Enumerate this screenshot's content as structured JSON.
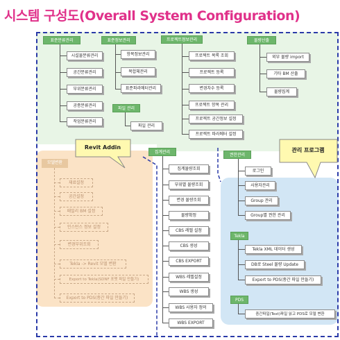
{
  "title": "시스템 구성도(Overall System Configuration)",
  "groups": {
    "g1": {
      "header": "표준분류관리",
      "items": [
        "시설물분류관리",
        "공간분류관리",
        "부위분류관리",
        "공종분류관리",
        "작업분류관리"
      ]
    },
    "g2": {
      "header": "표준정보관리",
      "items": [
        "항목정보관리",
        "복합체관리",
        "표준파라메터관리"
      ]
    },
    "g3": {
      "header": "프로젝트정보관리",
      "items": [
        "프로젝트 목록 조회",
        "프로젝트 등록",
        "변경차수 등록",
        "프로젝트 항목 관리",
        "프로젝트 공간정보 설정",
        "프로젝트 파라메터 설정"
      ]
    },
    "g4": {
      "header": "물량산출",
      "items": [
        "외부 물량 import",
        "기타 BM 산출",
        "물량집계"
      ]
    },
    "g5": {
      "header": "파일 관리",
      "items": [
        "파일 관리"
      ]
    },
    "g6": {
      "header": "집계관리",
      "items": [
        "집계물량조회",
        "부위별 물량조회",
        "변경 물량조회",
        "물량확정",
        "CBS 레벨 설정",
        "CBS 생성",
        "CBS EXPORT",
        "WBS 레벨설정",
        "WBS 생성",
        "WBS 사용자 정의",
        "WBS EXPORT"
      ]
    },
    "g7": {
      "header": "권한관리",
      "items": [
        "로그인",
        "사용자관리",
        "Group 관리",
        "Group별 권한 관리"
      ]
    },
    "g8": {
      "header": "Tekla",
      "items": [
        "Tekla XML 데이터 생성",
        "DB로 Steel 물량 Update",
        "Export to PDS(중간 파일 만들기)"
      ]
    },
    "g9": {
      "header": "PDS",
      "items": [
        "중간파일(Text)파일 읽고 PDS로 모델 변환"
      ]
    },
    "g10": {
      "header": "모델변환",
      "items": [
        "재료설정",
        "공간설정",
        "패밀리 BM 설정",
        "인스턴스 정보 설정",
        "변경부위조회",
        "Tekla -> Revit 모델 변환",
        "Export to Tekla(SDNF 포맷 파일 만들기)",
        "Export to PDS(중간 파일 만들기)"
      ]
    }
  },
  "callouts": {
    "revit": "Revit Addin",
    "admin": "관리 프로그램"
  }
}
